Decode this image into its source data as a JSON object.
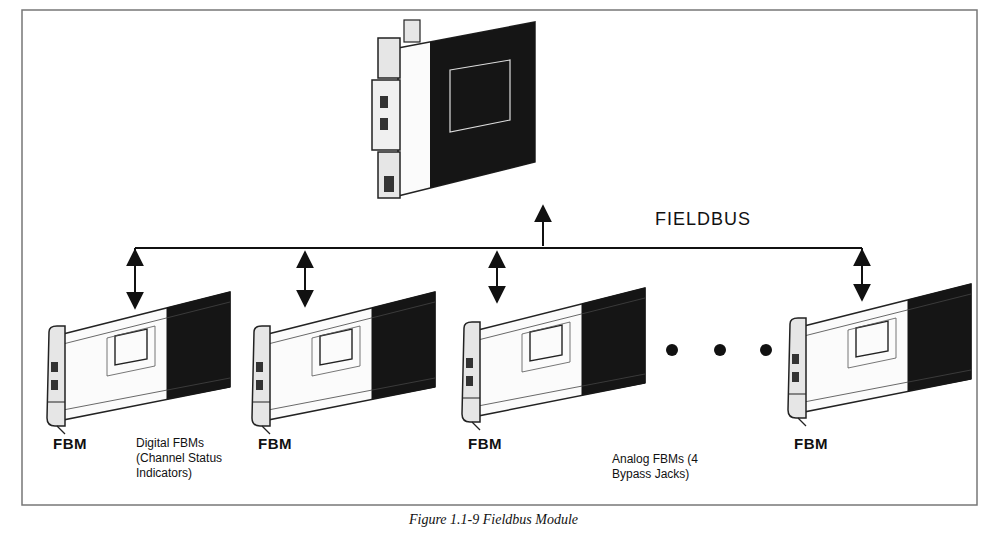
{
  "diagram": {
    "caption": "Figure 1.1-9 Fieldbus Module",
    "nodes": [
      {
        "text": [
          "FBM"
        ]
      },
      {
        "text": [
          "FBM"
        ]
      },
      {
        "text": [
          "FBM"
        ]
      },
      {
        "text": [
          "FBM"
        ]
      }
    ],
    "labels": [
      "FIELDBUS",
      "Digital FBMs (Channel Status Indicators)",
      "Analog FBMs (4 Bypass Jacks)"
    ]
  }
}
